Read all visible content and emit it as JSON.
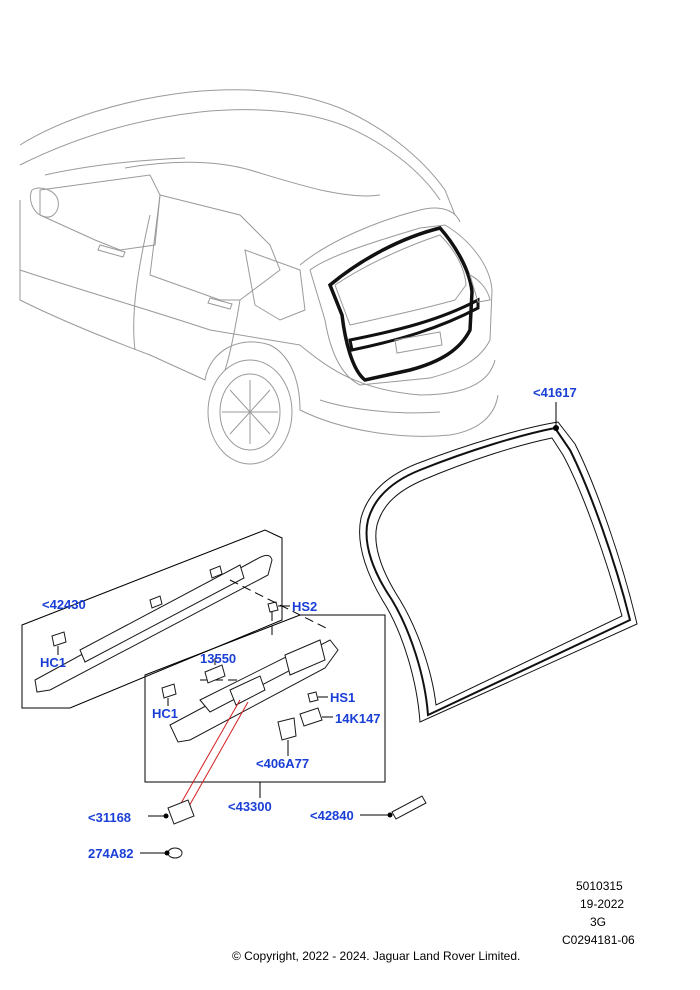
{
  "callouts": {
    "c41617": "<41617",
    "c42430": "<42430",
    "hs2": "HS2",
    "hc1_top": "HC1",
    "c13550": "13550",
    "hc1_mid": "HC1",
    "hs1": "HS1",
    "c14k147": "14K147",
    "c406a77": "<406A77",
    "c43300": "<43300",
    "c31168": "<31168",
    "c42840": "<42840",
    "c274a82": "274A82"
  },
  "metadata": {
    "line1": "5010315",
    "line2": "19-2022",
    "line3": "3G",
    "line4": "C0294181-06"
  },
  "copyright": "© Copyright, 2022 - 2024. Jaguar Land Rover Limited.",
  "colors": {
    "callout": "#1a3fd6",
    "linework": "#111111",
    "vehicle": "#9a9a9a",
    "harness_leader": "#d22020"
  }
}
